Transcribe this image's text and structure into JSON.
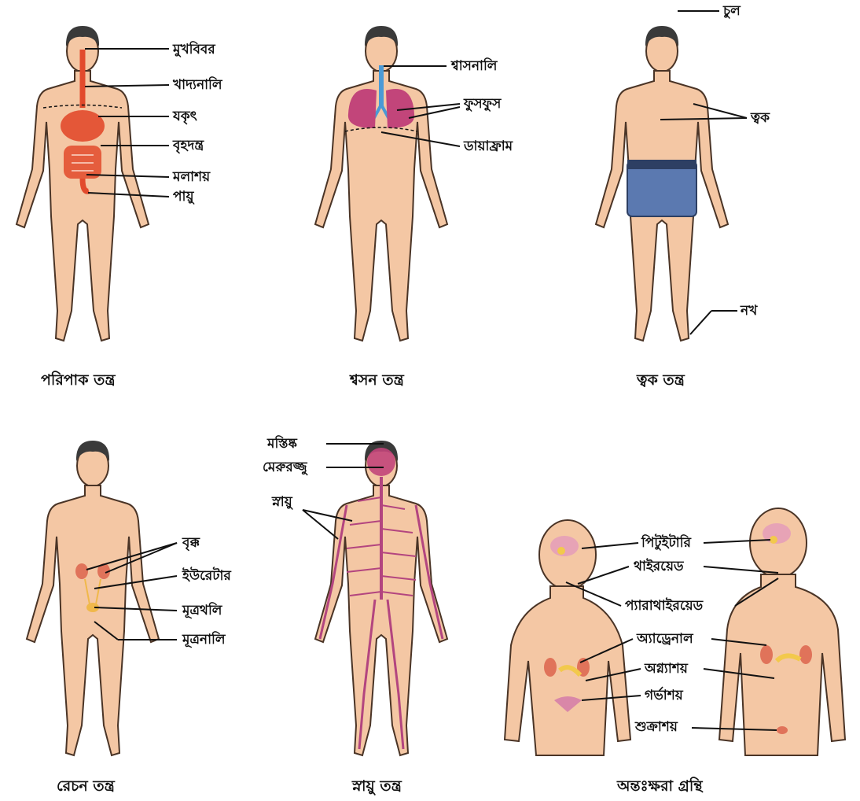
{
  "panels": {
    "digestive": {
      "caption": "পরিপাক তন্ত্র",
      "labels": [
        "মুখবিবর",
        "খাদ্যনালি",
        "যকৃৎ",
        "বৃহদন্ত্র",
        "মলাশয়",
        "পায়ু"
      ]
    },
    "respiratory": {
      "caption": "শ্বসন তন্ত্র",
      "labels": [
        "শ্বাসনালি",
        "ফুসফুস",
        "ডায়াফ্রাম"
      ]
    },
    "skin": {
      "caption": "ত্বক তন্ত্র",
      "labels": [
        "চুল",
        "ত্বক",
        "নখ"
      ]
    },
    "excretory": {
      "caption": "রেচন তন্ত্র",
      "labels": [
        "বৃক্ক",
        "ইউরেটার",
        "মূত্রথলি",
        "মূত্রনালি"
      ]
    },
    "nervous": {
      "caption": "স্নায়ু তন্ত্র",
      "labels": [
        "মস্তিষ্ক",
        "মেরুরজ্জু",
        "স্নায়ু"
      ]
    },
    "endocrine": {
      "caption": "অন্তঃক্ষরা গ্রন্থি",
      "labels": [
        "পিটুইটারি",
        "থাইরয়েড",
        "প্যারাথাইরয়েড",
        "অ্যাড্রেনাল",
        "অগ্ন্যাশয়",
        "গর্ভাশয়",
        "শুক্রাশয়"
      ]
    }
  },
  "colors": {
    "skin": "#f4c7a4",
    "hair": "#3a3a3a",
    "digestive": "#e24a2c",
    "lungs": "#c2457a",
    "trachea": "#4a9ad6",
    "shorts": "#5b79b0",
    "kidney": "#e0735a",
    "bladder": "#f0b84a",
    "nerves": "#b3457f",
    "glands": "#f2c94c"
  }
}
